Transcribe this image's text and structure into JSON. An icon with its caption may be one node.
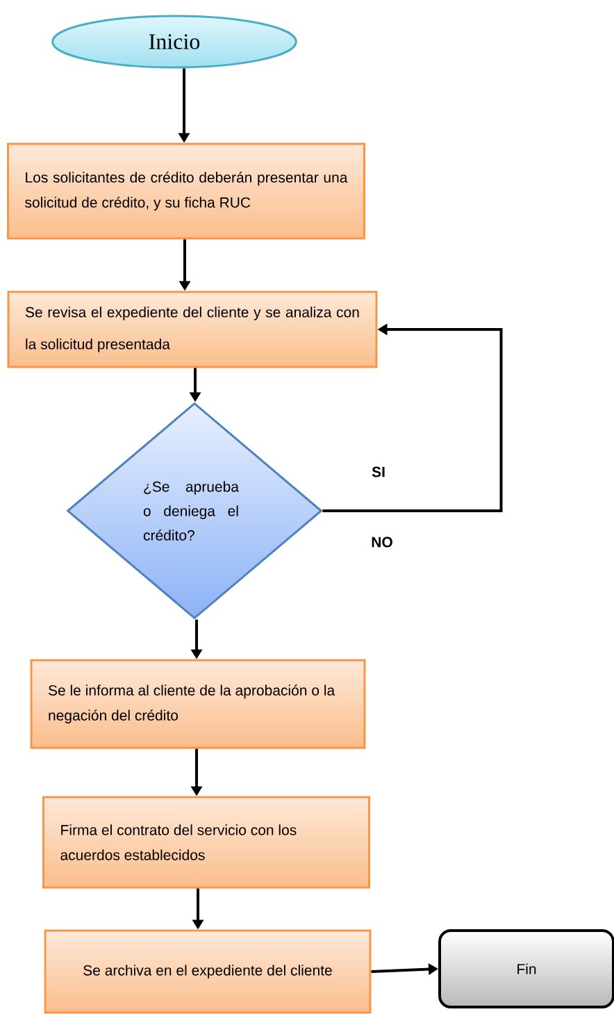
{
  "diagram": {
    "nodes": [
      {
        "text": [
          "Inicio"
        ]
      },
      {
        "text": [
          "Los solicitantes de crédito deberán presentar una solicitud de crédito, y su ficha RUC"
        ]
      },
      {
        "text": [
          "Se revisa el expediente del cliente y se analiza con la solicitud presentada"
        ]
      },
      {
        "text": [
          "¿Se aprueba o deniega el crédito?"
        ]
      },
      {
        "text": [
          "Se le informa al cliente de la aprobación o la negación del crédito"
        ]
      },
      {
        "text": [
          "Firma el contrato del servicio con los acuerdos establecidos"
        ]
      },
      {
        "text": [
          "Se archiva en el expediente del cliente"
        ]
      },
      {
        "text": [
          "Fin"
        ]
      }
    ],
    "edges": [
      {
        "from": 0,
        "to": 1,
        "arrow": "to"
      },
      {
        "from": 1,
        "to": 2,
        "arrow": "to"
      },
      {
        "from": 2,
        "to": 3,
        "arrow": "to"
      },
      {
        "from": 3,
        "to": 2,
        "arrow": "to",
        "label": "SI"
      },
      {
        "from": 3,
        "to": 4,
        "arrow": "to"
      },
      {
        "from": 4,
        "to": 5,
        "arrow": "to"
      },
      {
        "from": 5,
        "to": 6,
        "arrow": "to"
      },
      {
        "from": 6,
        "to": 7,
        "arrow": "to"
      }
    ],
    "labels": [
      "NO"
    ]
  }
}
